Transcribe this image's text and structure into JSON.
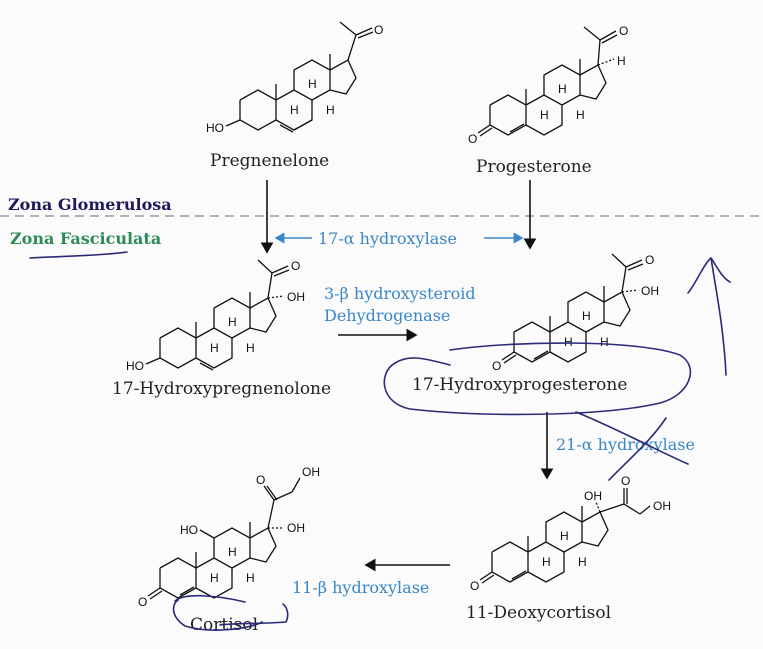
{
  "zones": {
    "glomerulosa": {
      "label": "Zona Glomerulosa",
      "color": "#1f1a5e"
    },
    "fasciculata": {
      "label": "Zona Fasciculata",
      "color": "#2e8b57"
    }
  },
  "compounds": {
    "pregnenolone": {
      "name": "Pregnenelone",
      "atoms": [
        "HO",
        "H",
        "H",
        "H",
        "O"
      ]
    },
    "progesterone": {
      "name": "Progesterone",
      "atoms": [
        "O",
        "H",
        "H",
        "H",
        "H",
        "O"
      ]
    },
    "hydroxypregnenolone": {
      "name": "17-Hydroxypregnenolone",
      "atoms": [
        "HO",
        "H",
        "H",
        "H",
        "O",
        "OH"
      ]
    },
    "hydroxyprogesterone": {
      "name": "17-Hydroxyprogesterone",
      "atoms": [
        "O",
        "H",
        "H",
        "H",
        "O",
        "OH"
      ]
    },
    "deoxycortisol": {
      "name": "11-Deoxycortisol",
      "atoms": [
        "O",
        "H",
        "H",
        "H",
        "OH",
        "O",
        "OH"
      ]
    },
    "cortisol": {
      "name": "Cortisol",
      "atoms": [
        "O",
        "HO",
        "H",
        "H",
        "H",
        "O",
        "OH",
        "OH"
      ]
    }
  },
  "enzymes": {
    "hydroxylase17": "17-α hydroxylase",
    "hsd3b_line1": "3-β hydroxysteroid",
    "hsd3b_line2": "Dehydrogenase",
    "hydroxylase21": "21-α hydroxylase",
    "hydroxylase11": "11-β hydroxylase"
  },
  "colors": {
    "enzyme_text": "#3a86c8",
    "ink_annotation": "#2a2a78",
    "divider": "#999999"
  }
}
